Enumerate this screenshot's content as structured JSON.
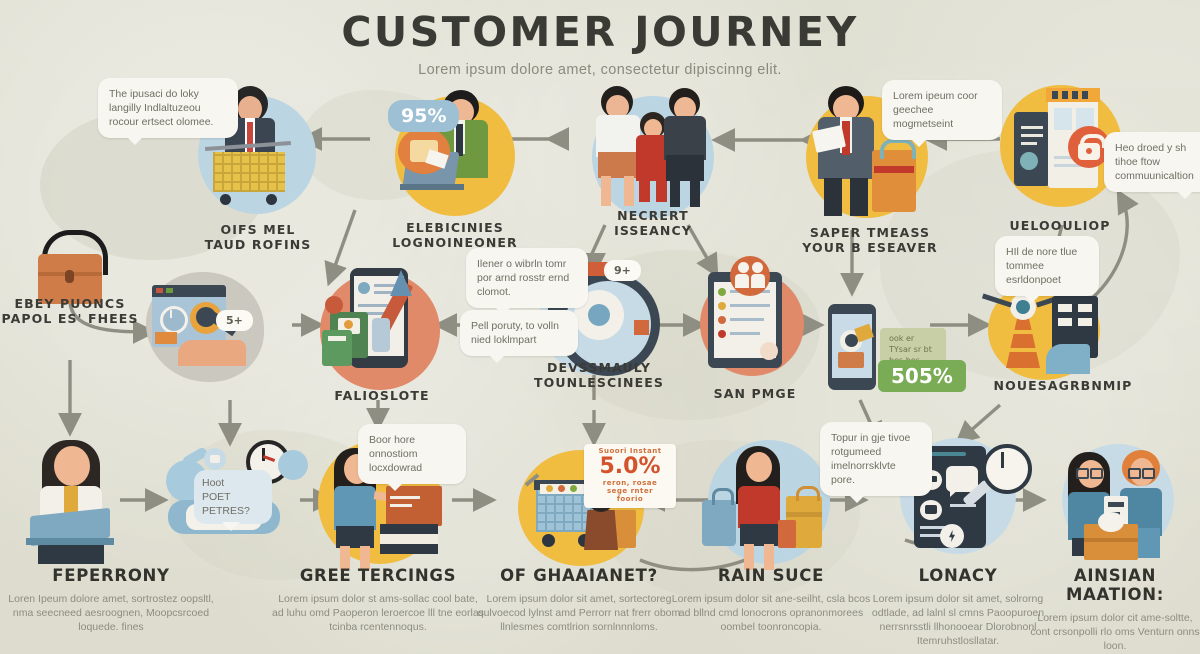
{
  "header": {
    "title": "CUSTOMER JOURNEY",
    "subtitle": "Lorem ipsum dolore amet, consectetur dipiscinng elit."
  },
  "background_color": "#dfdfd2",
  "palette": {
    "title": "#3b3b36",
    "subtitle": "#8a8a7d",
    "circle_blue": "#bcd5e2",
    "circle_yellow": "#f0bd41",
    "circle_orange": "#e08a6a",
    "circle_gray": "#cbc8c0",
    "arrow": "#8e8e82",
    "badge_blue": "#9dc0d4",
    "badge_green": "#7aab55",
    "badge_sale": "#d4522c"
  },
  "nodes": [
    {
      "id": "shopper-cart",
      "label": "OIFS MEL\nTAUD ROFINS",
      "circle": "blue"
    },
    {
      "id": "laptop-presenter",
      "label": "ELEBICINIES\nLOGNOINEONER",
      "circle": "yellow"
    },
    {
      "id": "family-group",
      "label": "NECRERT ISSEANCY",
      "circle": "blue"
    },
    {
      "id": "delivery-agent",
      "label": "SAPER TMEASS\nYOUR B ESEAVER",
      "circle": "yellow"
    },
    {
      "id": "secure-checkout",
      "label": "UELOOULIOP",
      "circle": "yellow"
    },
    {
      "id": "handbag-icon",
      "label": "EBEY PUONCS\nPAPOL ES' FHEES",
      "circle": "none"
    },
    {
      "id": "browse-screen",
      "label": "",
      "circle": "gray"
    },
    {
      "id": "mobile-order",
      "label": "FALIOSLOTE",
      "circle": "orange"
    },
    {
      "id": "settings-gear",
      "label": "DEVSSMAULY\nTOUNLESCINEES",
      "circle": "lblue"
    },
    {
      "id": "tablet-list",
      "label": "SAN PMGE",
      "circle": "orange"
    },
    {
      "id": "broadcast-tower",
      "label": "NOUESAGRBNMIP",
      "circle": "yellow"
    },
    {
      "id": "woman-laptop",
      "label": "",
      "circle": "none"
    },
    {
      "id": "chat-robot",
      "label": "",
      "circle": "none"
    },
    {
      "id": "librarian-books",
      "label": "",
      "circle": "yellow"
    },
    {
      "id": "cart-supplies",
      "label": "",
      "circle": "yellow"
    },
    {
      "id": "traveler-luggage",
      "label": "",
      "circle": "blue"
    },
    {
      "id": "tablet-feedback",
      "label": "",
      "circle": "lblue"
    },
    {
      "id": "team-handoff",
      "label": "",
      "circle": "lblue"
    }
  ],
  "bubbles": [
    {
      "id": "bubble-awareness",
      "text": "The ipusaci do loky langilly Indlaltuzeou rocour ertsect olomee."
    },
    {
      "id": "bubble-delivery",
      "text": "Lorem ipeum coor geechee mogmetseint"
    },
    {
      "id": "bubble-security",
      "text": "Heo droed y sh tihoe ftow commuunicaltion"
    },
    {
      "id": "bubble-support",
      "text": "HIl de nore tlue tommee esrldonpoet"
    },
    {
      "id": "bubble-research",
      "text": "Ilener o wibrln tomr por arnd rosstr ernd clomot."
    },
    {
      "id": "bubble-compare",
      "text": "Pell poruty, to volln nied loklmpart"
    },
    {
      "id": "bubble-knowledge",
      "text": "Boor hore onnostiom locxdowrad"
    },
    {
      "id": "bubble-loyalty",
      "text": "Topur in gje tivoe rotgumeed imelnorrsklvte pore."
    },
    {
      "id": "bubble-chatbot",
      "text": "Hoot\nPOET\nPETRES?"
    }
  ],
  "badges": [
    {
      "id": "badge-satisfaction",
      "value": "95%",
      "style": "blue"
    },
    {
      "id": "badge-reviews",
      "value": "5+",
      "style": "white"
    },
    {
      "id": "badge-rating",
      "value": "9+",
      "style": "white"
    },
    {
      "id": "badge-growth",
      "value": "505%",
      "style": "green"
    },
    {
      "id": "badge-discount",
      "value": "5.0%",
      "style": "sale",
      "top": "Suoori Instant",
      "bottom": "reron, rosae sege rnter foorio"
    },
    {
      "id": "badge-promo",
      "value": "ook er TYsar sr bt bes bes",
      "style": "olive"
    }
  ],
  "captions": [
    {
      "id": "caption-awareness",
      "title": "FEPERRONY",
      "body": "Loren Ipeum dolore amet, sortrostez oopsltl, nma seecneed aesroognen, Moopcsrcoed loquede. fines"
    },
    {
      "id": "caption-research",
      "title": "GREE TERCINGS",
      "body": "Lorem ipsum dolor st ams-sollac cool bate, ad luhu omd Paoperon leroercoe lll tne eorlas tcinba rcentennoqus."
    },
    {
      "id": "caption-purchase",
      "title": "OF GHAAIANET?",
      "body": "Lorem ipsum dolor sit amet, sortectoreg qulvoecod lylnst amd Perrorr nat frerr obom llnlesmes comtlrion sornlnnnloms."
    },
    {
      "id": "caption-delivery",
      "title": "RAIN SUCE",
      "body": "Lorem ipsum dolor sit ane-seilht, csla bcos ad bllnd cmd lonocrons opranonmorees oombel toonroncopia."
    },
    {
      "id": "caption-loyalty",
      "title": "LONACY",
      "body": "Lorem ipsum dolor sit amet, solrorng odtlade, ad lalnl sl cmns Paoopuroen nerrsnrsstli llhonooear Dlorobnonl Itemruhstlosllatar."
    },
    {
      "id": "caption-advocacy",
      "title": "AINSIAN MAATION:",
      "body": "Lorem ipsum dolor cit ame-soltte, cont crsonpolli rlo oms Venturn onns loon."
    }
  ]
}
